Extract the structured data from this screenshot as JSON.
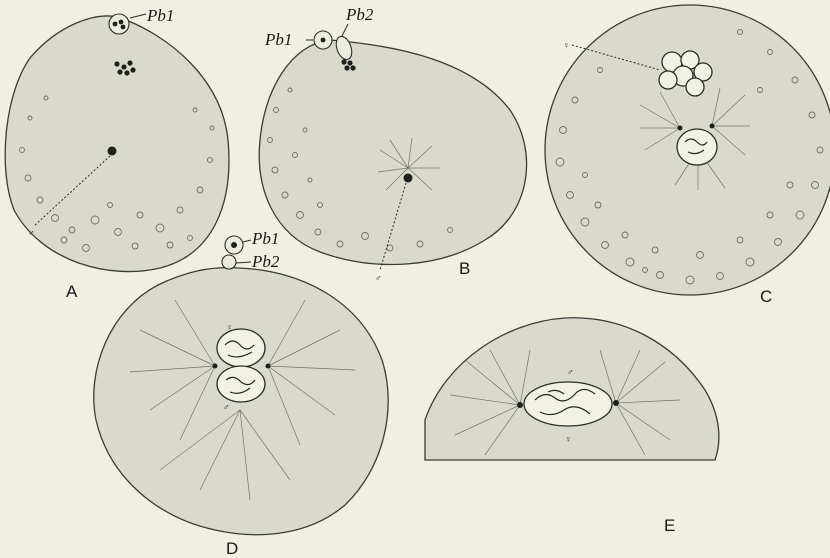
{
  "panels": {
    "A": {
      "letter": "A",
      "polar_body_1": "Pb1",
      "male_mark": "♂"
    },
    "B": {
      "letter": "B",
      "polar_body_1": "Pb1",
      "polar_body_2": "Pb2",
      "male_mark": "♂"
    },
    "C": {
      "letter": "C",
      "female_mark": "♀"
    },
    "D": {
      "letter": "D",
      "polar_body_1": "Pb1",
      "polar_body_2": "Pb2",
      "female_mark": "♀",
      "male_mark": "♂"
    },
    "E": {
      "letter": "E",
      "female_mark": "♀",
      "male_mark": "♂"
    }
  }
}
